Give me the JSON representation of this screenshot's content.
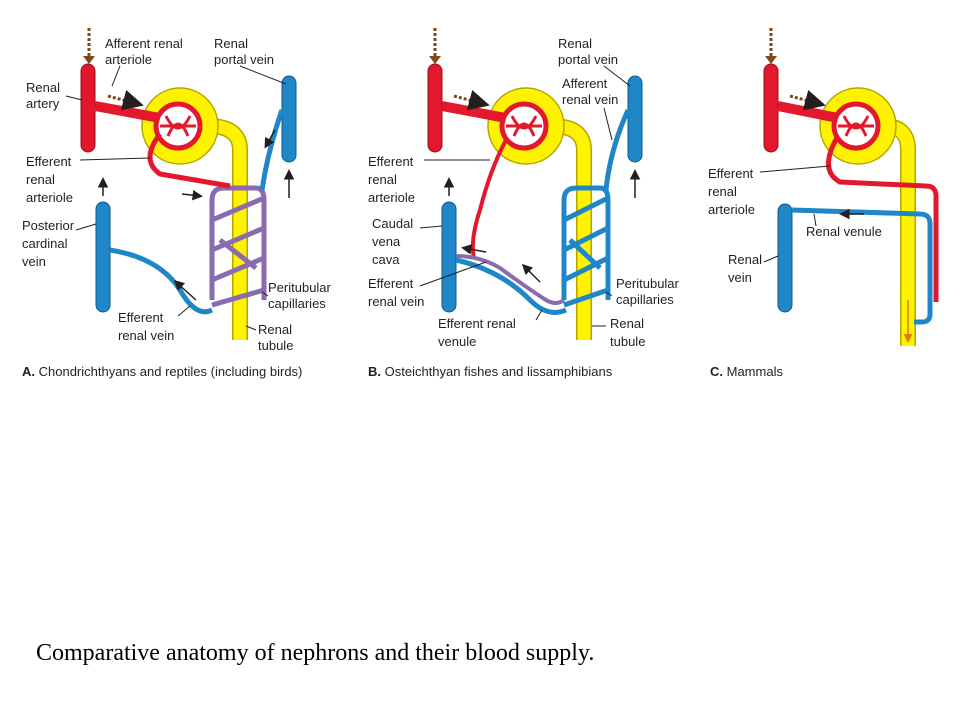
{
  "colors": {
    "artery": "#e3182d",
    "vein": "#1f86c8",
    "tubule": "#fff200",
    "tubule_edge": "#b3a600",
    "capillary_a": "#8a6bb0",
    "capillary_b": "#1f86c8",
    "text": "#231f20"
  },
  "panels": {
    "a": {
      "letter": "A.",
      "caption": "Chondrichthyans and reptiles (including birds)",
      "labels": {
        "afferent_arteriole_1": "Afferent renal",
        "afferent_arteriole_2": "arteriole",
        "renal_portal_vein_1": "Renal",
        "renal_portal_vein_2": "portal vein",
        "renal_artery_1": "Renal",
        "renal_artery_2": "artery",
        "efferent_arteriole_1": "Efferent",
        "efferent_arteriole_2": "renal",
        "efferent_arteriole_3": "arteriole",
        "posterior_cardinal_1": "Posterior",
        "posterior_cardinal_2": "cardinal",
        "posterior_cardinal_3": "vein",
        "peritubular_1": "Peritubular",
        "peritubular_2": "capillaries",
        "efferent_vein_1": "Efferent",
        "efferent_vein_2": "renal vein",
        "renal_tubule_1": "Renal",
        "renal_tubule_2": "tubule"
      }
    },
    "b": {
      "letter": "B.",
      "caption": "Osteichthyan fishes and lissamphibians",
      "labels": {
        "renal_portal_vein_1": "Renal",
        "renal_portal_vein_2": "portal vein",
        "afferent_vein_1": "Afferent",
        "afferent_vein_2": "renal vein",
        "efferent_arteriole_1": "Efferent",
        "efferent_arteriole_2": "renal",
        "efferent_arteriole_3": "arteriole",
        "caudal_vena_cava_1": "Caudal",
        "caudal_vena_cava_2": "vena",
        "caudal_vena_cava_3": "cava",
        "efferent_vein_1": "Efferent",
        "efferent_vein_2": "renal vein",
        "peritubular_1": "Peritubular",
        "peritubular_2": "capillaries",
        "efferent_venule_1": "Efferent renal",
        "efferent_venule_2": "venule",
        "renal_tubule_1": "Renal",
        "renal_tubule_2": "tubule"
      }
    },
    "c": {
      "letter": "C.",
      "caption": "Mammals",
      "labels": {
        "efferent_arteriole_1": "Efferent",
        "efferent_arteriole_2": "renal",
        "efferent_arteriole_3": "arteriole",
        "renal_venule": "Renal venule",
        "renal_vein_1": "Renal",
        "renal_vein_2": "vein"
      }
    }
  },
  "figure_caption": "Comparative anatomy of nephrons and their blood supply."
}
